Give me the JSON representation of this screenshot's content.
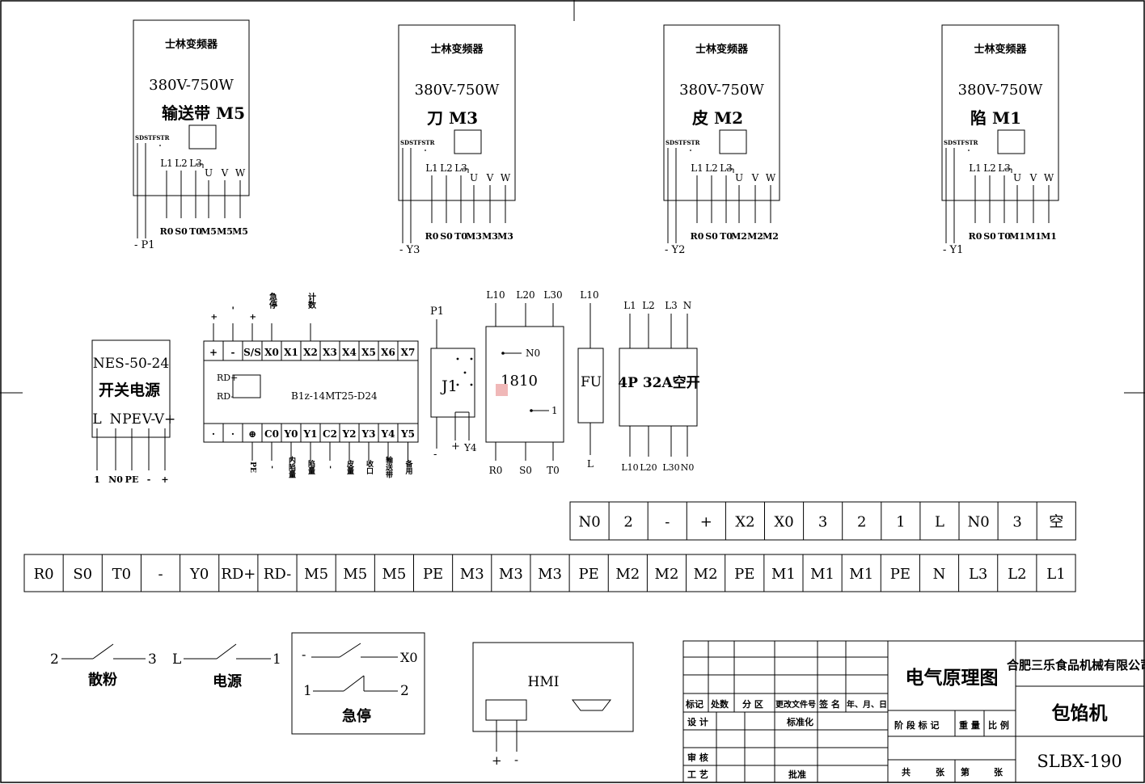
{
  "inverters": [
    {
      "brand": "士林变频器",
      "spec": "380V-750W",
      "name": "输送带 M5",
      "pins": [
        "L1",
        "L2",
        "L3",
        "U",
        "V",
        "W"
      ],
      "ctrl": "SDSTFSTR",
      "bottom": [
        "R0",
        "S0",
        "T0",
        "M5",
        "M5",
        "M5"
      ],
      "sig": "- P1"
    },
    {
      "brand": "士林变频器",
      "spec": "380V-750W",
      "name": "刀 M3",
      "pins": [
        "L1",
        "L2",
        "L3",
        "U",
        "V",
        "W"
      ],
      "ctrl": "SDSTFSTR",
      "bottom": [
        "R0",
        "S0",
        "T0",
        "M3",
        "M3",
        "M3"
      ],
      "sig": "- Y3"
    },
    {
      "brand": "士林变频器",
      "spec": "380V-750W",
      "name": "皮 M2",
      "pins": [
        "L1",
        "L2",
        "L3",
        "U",
        "V",
        "W"
      ],
      "ctrl": "SDSTFSTR",
      "bottom": [
        "R0",
        "S0",
        "T0",
        "M2",
        "M2",
        "M2"
      ],
      "sig": "- Y2"
    },
    {
      "brand": "士林变频器",
      "spec": "380V-750W",
      "name": "陷 M1",
      "pins": [
        "L1",
        "L2",
        "L3",
        "U",
        "V",
        "W"
      ],
      "ctrl": "SDSTFSTR",
      "bottom": [
        "R0",
        "S0",
        "T0",
        "M1",
        "M1",
        "M1"
      ],
      "sig": "- Y1"
    }
  ],
  "psu": {
    "model": "NES-50-24",
    "name": "开关电源",
    "pins": [
      "L",
      "N",
      "PE",
      "V-",
      "V+"
    ],
    "bottom": [
      "1",
      "N0",
      "PE",
      "-",
      "+"
    ]
  },
  "plc": {
    "model": "B1z-14MT25-D24",
    "top": [
      "+",
      "-",
      "S/S",
      "X0",
      "X1",
      "X2",
      "X3",
      "X4",
      "X5",
      "X6",
      "X7"
    ],
    "bot": [
      "·",
      "·",
      "⊕",
      "C0",
      "Y0",
      "Y1",
      "C2",
      "Y2",
      "Y3",
      "Y4",
      "Y5"
    ],
    "rd": [
      "RD+",
      "RD-"
    ],
    "top_notes": [
      "+",
      "-",
      "+",
      "急停",
      "计数"
    ],
    "bot_notes": [
      "PE",
      "-",
      "内陷量",
      "陷量",
      "-",
      "皮量",
      "收口",
      "输送带",
      "备用"
    ]
  },
  "relay": {
    "name": "J1",
    "top": "P1",
    "bottom": [
      "-",
      "+",
      "Y4"
    ]
  },
  "ctrl1810": {
    "name": "1810",
    "no": "N0",
    "one": "1",
    "top": [
      "L10",
      "L20",
      "L30"
    ],
    "bottom": [
      "R0",
      "S0",
      "T0"
    ]
  },
  "fuse": {
    "name": "FU",
    "top": "L10",
    "bottom": "L"
  },
  "breaker": {
    "name": "4P  32A空开",
    "top": [
      "L1",
      "L2",
      "L3",
      "N"
    ],
    "bottom": [
      "L10",
      "L20",
      "L30",
      "N0"
    ]
  },
  "terminal_upper": [
    "N0",
    "2",
    "-",
    "+",
    "X2",
    "X0",
    "3",
    "2",
    "1",
    "L",
    "N0",
    "3",
    "空"
  ],
  "terminal_lower": [
    "R0",
    "S0",
    "T0",
    "-",
    "Y0",
    "RD+",
    "RD-",
    "M5",
    "M5",
    "M5",
    "PE",
    "M3",
    "M3",
    "M3",
    "PE",
    "M2",
    "M2",
    "M2",
    "PE",
    "M1",
    "M1",
    "M1",
    "PE",
    "N",
    "L3",
    "L2",
    "L1"
  ],
  "switches": [
    {
      "left": "2",
      "right": "3",
      "label": "散粉"
    },
    {
      "left": "L",
      "right": "1",
      "label": "电源"
    }
  ],
  "estop": {
    "label": "急停",
    "row1": [
      "-",
      "X0"
    ],
    "row2": [
      "1",
      "2"
    ]
  },
  "hmi": {
    "name": "HMI",
    "pins": [
      "+",
      "-"
    ]
  },
  "title_block": {
    "title": "电气原理图",
    "company": "合肥三乐食品机械有限公司",
    "product": "包馅机",
    "model": "SLBX-190",
    "header": [
      "标记",
      "处数",
      "分 区",
      "更改文件号",
      "签 名",
      "年、月、日"
    ],
    "design": "设 计",
    "standard": "标准化",
    "review": "审 核",
    "process": "工 艺",
    "approve": "批准",
    "stage": [
      "阶 段 标 记",
      "重 量",
      "比 例"
    ],
    "sheet": [
      "共",
      "张",
      "第",
      "张"
    ]
  }
}
